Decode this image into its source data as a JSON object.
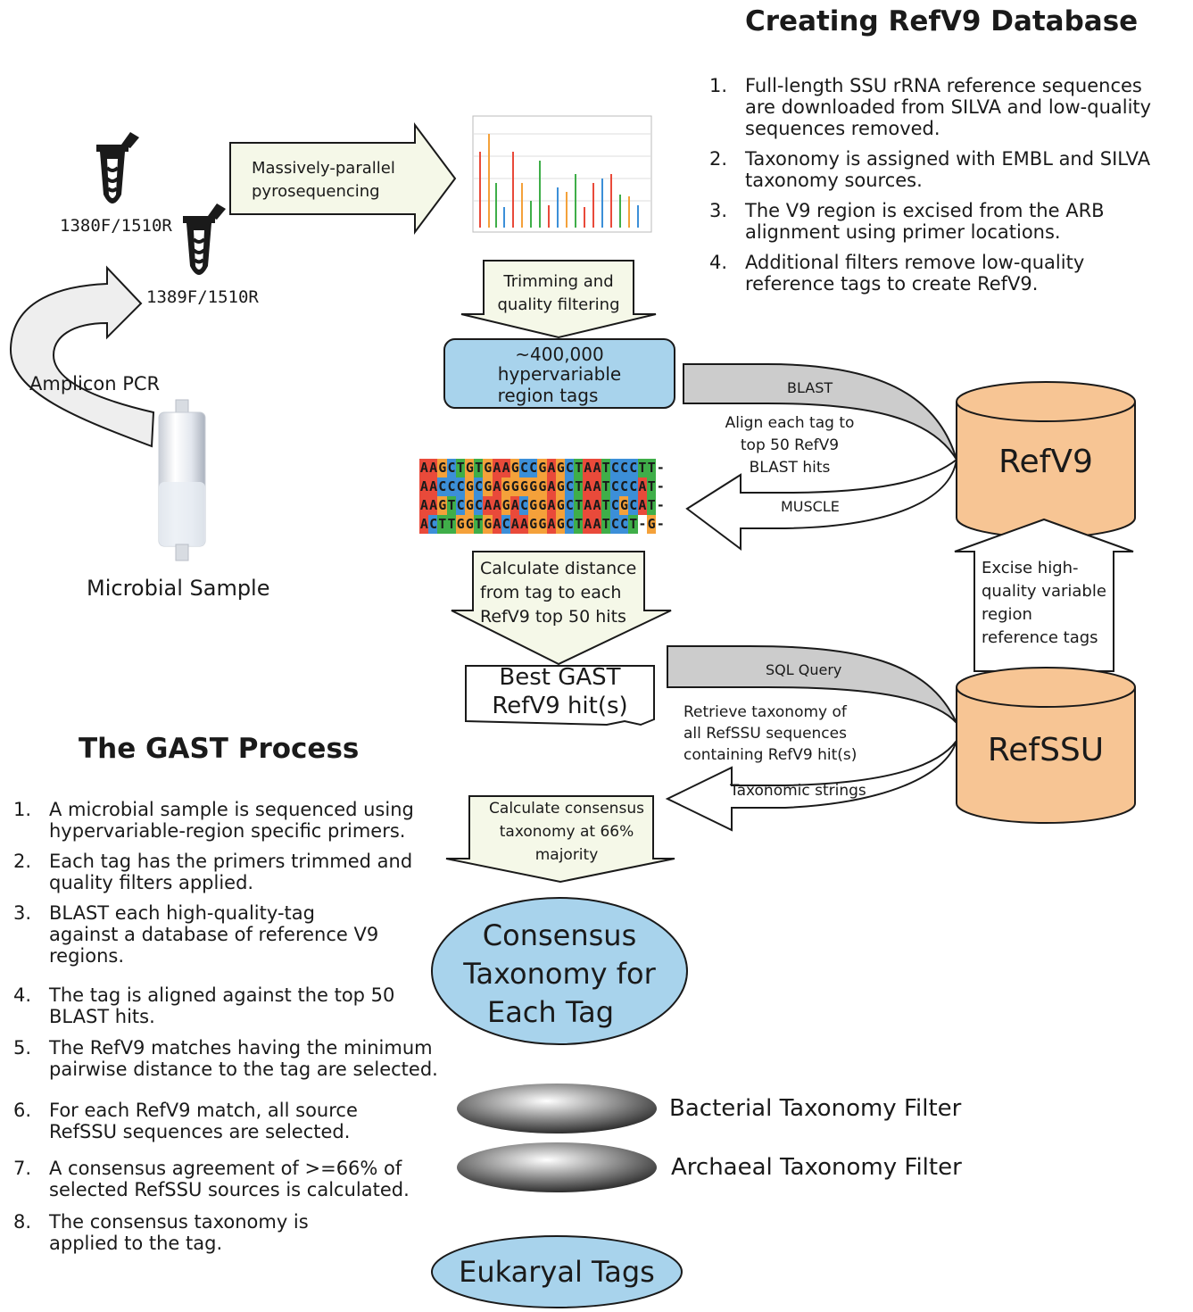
{
  "top_title": "Creating RefV9 Database",
  "refv9_steps": [
    {
      "num": "1.",
      "text": "Full-length SSU rRNA reference sequences are downloaded from SILVA and low-quality sequences removed."
    },
    {
      "num": "2.",
      "text": "Taxonomy is assigned with EMBL and SILVA taxonomy sources."
    },
    {
      "num": "3.",
      "text": "The V9 region is excised from the ARB alignment using primer locations."
    },
    {
      "num": "4.",
      "text": "Additional filters remove low-quality reference tags to create RefV9."
    }
  ],
  "tubes": {
    "tube1_label": "1380F/1510R",
    "tube2_label": "1389F/1510R"
  },
  "amplicon_label": "Amplicon PCR",
  "sample_label": "Microbial Sample",
  "pyro_arrow_label": "Massively-parallel pyrosequencing",
  "trim_arrow_label": "Trimming and quality filtering",
  "tags_box": {
    "line1": "~400,000",
    "line2": "hypervariable",
    "line3": "region tags"
  },
  "blast_label": "BLAST",
  "align_label": "Align each tag to top 50 RefV9 BLAST hits",
  "muscle_label": "MUSCLE",
  "refv9_db": "RefV9",
  "refssu_db": "RefSSU",
  "excise_label": "Excise high-quality variable region reference tags",
  "alignment_rows": [
    "AAGCTGTGAAGCCGAGCTAATCCCTT-",
    "AACCCGCGAGGGGGAGCTAATCCCAT-",
    "AAGTCGCAAGACGGAGCTAATCGCAT-",
    "ACTTGGTGACAAGGAGCTAATCCT-G-"
  ],
  "distance_arrow_label": "Calculate distance from tag to each RefV9 top 50 hits",
  "best_hit": {
    "line1": "Best GAST",
    "line2": "RefV9 hit(s)"
  },
  "sql_label": "SQL Query",
  "retrieve_label": "Retrieve taxonomy of all RefSSU sequences containing RefV9 hit(s)",
  "taxstrings_label": "Taxonomic strings",
  "consensus_arrow_label": "Calculate consensus taxonomy at 66% majority",
  "consensus_oval": {
    "line1": "Consensus",
    "line2": "Taxonomy for",
    "line3": "Each Tag"
  },
  "bacterial_filter": "Bacterial Taxonomy Filter",
  "archaeal_filter": "Archaeal Taxonomy Filter",
  "eukaryal_tags": "Eukaryal Tags",
  "gast_title": "The GAST Process",
  "gast_steps": [
    {
      "num": "1.",
      "text": "A microbial sample is sequenced using hypervariable-region specific primers."
    },
    {
      "num": "2.",
      "text": "Each tag has the primers trimmed and quality filters applied."
    },
    {
      "num": "3.",
      "text": "BLAST each high-quality-tag against a database of reference V9 regions."
    },
    {
      "num": "4.",
      "text": "The tag is aligned against the top 50 BLAST hits."
    },
    {
      "num": "5.",
      "text": "The RefV9 matches having the minimum pairwise distance to the tag are selected."
    },
    {
      "num": "6.",
      "text": "For each RefV9 match, all source RefSSU sequences are selected."
    },
    {
      "num": "7.",
      "text": "A consensus agreement of >=66% of selected RefSSU sources is calculated."
    },
    {
      "num": "8.",
      "text": "The consensus taxonomy is applied to the tag."
    }
  ],
  "colors": {
    "db_fill": "#f7c594",
    "tags_box_fill": "#a8d3ec",
    "oval_fill": "#a8d3ec",
    "arrow_fill": "#f5f8e8",
    "gray_arrow_fill": "#cccccc",
    "base_A": "#e94a3a",
    "base_C": "#3c8fd8",
    "base_G": "#f4a13a",
    "base_T": "#3fae49"
  }
}
